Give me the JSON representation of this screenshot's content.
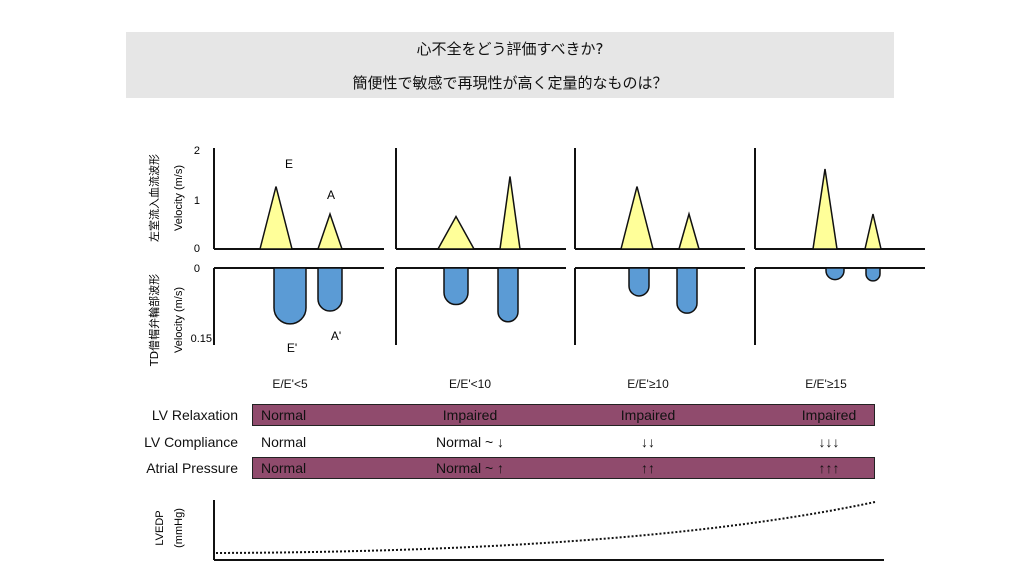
{
  "title": {
    "line1": "心不全をどう評価すべきか?",
    "line2": "簡便性で敏感で再現性が高く定量的なものは？"
  },
  "top_panel": {
    "jp_label": "左室流入血流波形",
    "y_label": "Velocity (m/s)",
    "ticks": [
      "2",
      "1",
      "0"
    ],
    "peak_label_e": "E",
    "peak_label_a": "A"
  },
  "bottom_panel": {
    "jp_label": "TD僧帽弁輪部波形",
    "y_label": "Velocity (m/s)",
    "ticks": [
      "0",
      "0.15"
    ],
    "peak_label_e": "E'",
    "peak_label_a": "A'"
  },
  "stages": [
    {
      "ratio": "E/E'<5",
      "relaxation": "Normal",
      "compliance": "Normal",
      "atrial": "Normal",
      "E": 1.25,
      "A": 0.7,
      "Ep": 0.13,
      "Ap": 0.1
    },
    {
      "ratio": "E/E'<10",
      "relaxation": "Impaired",
      "compliance": "Normal ~ ↓",
      "atrial": "Normal ~ ↑",
      "E": 0.65,
      "A": 1.45,
      "Ep": 0.085,
      "Ap": 0.125
    },
    {
      "ratio": "E/E'≥10",
      "relaxation": "Impaired",
      "compliance": "↓↓",
      "atrial": "↑↑",
      "E": 1.25,
      "A": 0.7,
      "Ep": 0.065,
      "Ap": 0.105
    },
    {
      "ratio": "E/E'≥15",
      "relaxation": "Impaired",
      "compliance": "↓↓↓",
      "atrial": "↑↑↑",
      "E": 1.6,
      "A": 0.7,
      "Ep": 0.027,
      "Ap": 0.03
    }
  ],
  "rows": {
    "relaxation_label": "LV Relaxation",
    "compliance_label": "LV Compliance",
    "atrial_label": "Atrial Pressure"
  },
  "lvedp": {
    "label": "LVEDP",
    "unit": "(mmHg)"
  },
  "colors": {
    "e_wave": "#ffff99",
    "e_prime_wave": "#5b9bd5",
    "band": "#904b6d"
  }
}
